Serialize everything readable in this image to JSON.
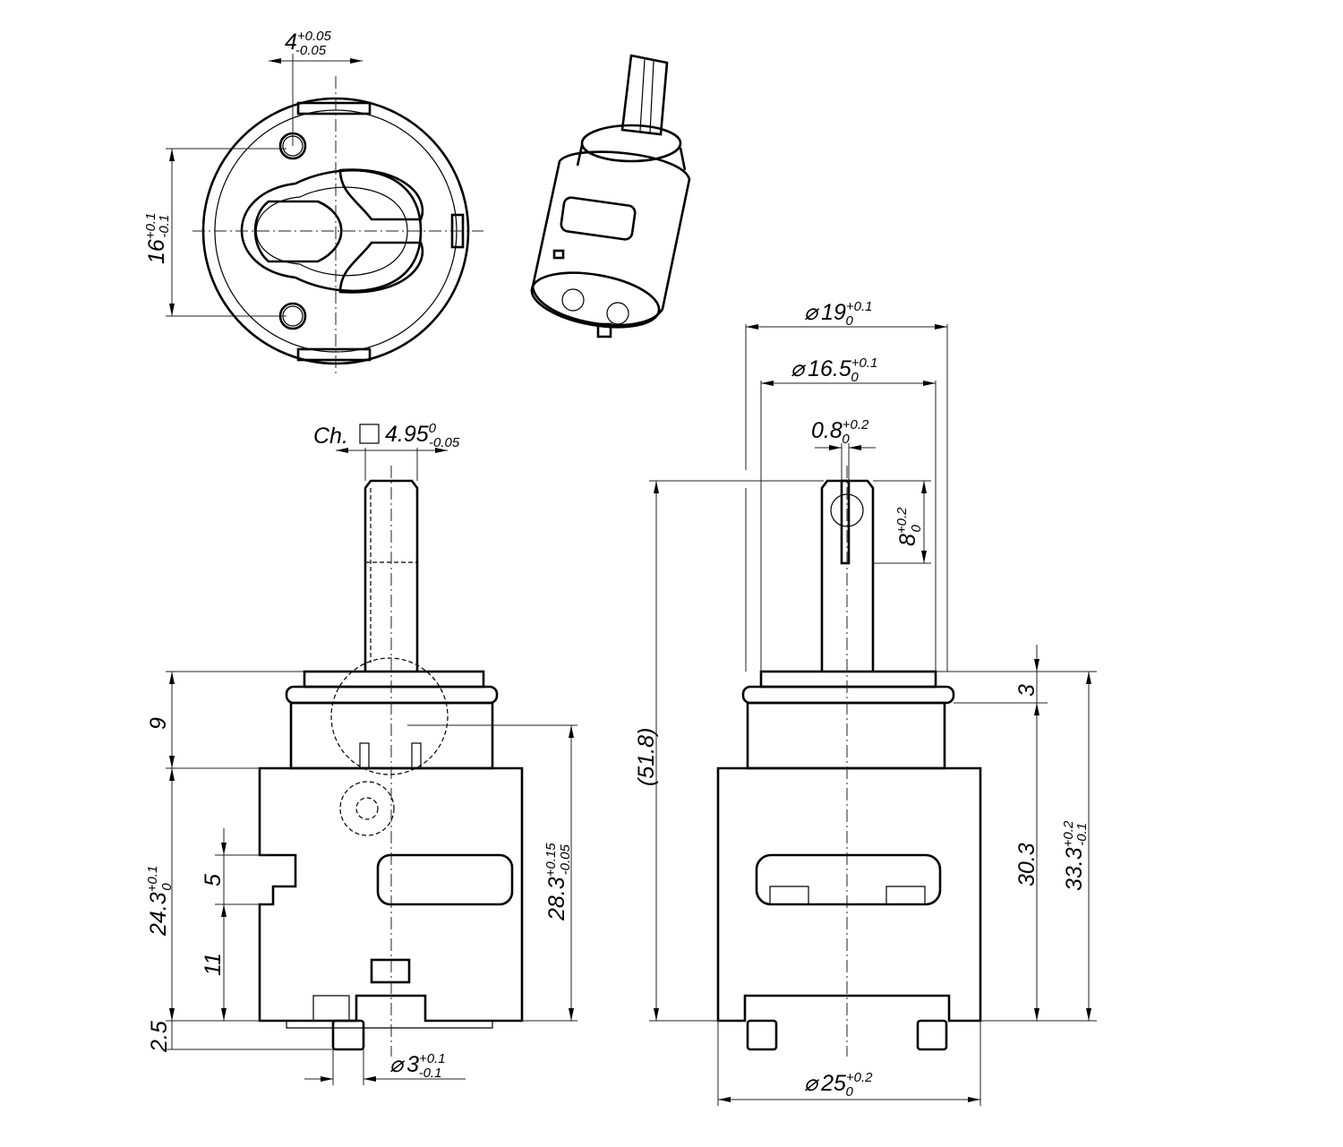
{
  "dims": {
    "pin_offset": {
      "base": "4",
      "sup": "+0.05",
      "sub": "-0.05"
    },
    "pin_spacing": {
      "base": "16",
      "sup": "+0.1",
      "sub": "-0.1"
    },
    "stem_chamfer": {
      "prefix": "Ch.",
      "base": "4.95",
      "sup": "0",
      "sub": "-0.05"
    },
    "dia_19": {
      "symbol": "⌀",
      "base": "19",
      "sup": "+0.1",
      "sub": "0"
    },
    "dia_16_5": {
      "symbol": "⌀",
      "base": "16.5",
      "sup": "+0.1",
      "sub": "0"
    },
    "slot_0_8": {
      "base": "0.8",
      "sup": "+0.2",
      "sub": "0"
    },
    "slot_depth": {
      "base": "8",
      "sup": "+0.2",
      "sub": "0"
    },
    "total_height": {
      "base": "(51.8)"
    },
    "cap_height": {
      "base": "3"
    },
    "body_30_3": {
      "base": "30.3"
    },
    "body_33_3": {
      "base": "33.3",
      "sup": "+0.2",
      "sub": "-0.1"
    },
    "upper_9": {
      "base": "9"
    },
    "block_24_3": {
      "base": "24.3",
      "sup": "+0.1",
      "sub": "0"
    },
    "notch_5": {
      "base": "5"
    },
    "notch_11": {
      "base": "11"
    },
    "pin_2_5": {
      "base": "2.5"
    },
    "height_28_3": {
      "base": "28.3",
      "sup": "+0.15",
      "sub": "-0.05"
    },
    "pin_dia_3": {
      "symbol": "⌀",
      "base": "3",
      "sup": "+0.1",
      "sub": "-0.1"
    },
    "dia_25": {
      "symbol": "⌀",
      "base": "25",
      "sup": "+0.2",
      "sub": "0"
    }
  }
}
